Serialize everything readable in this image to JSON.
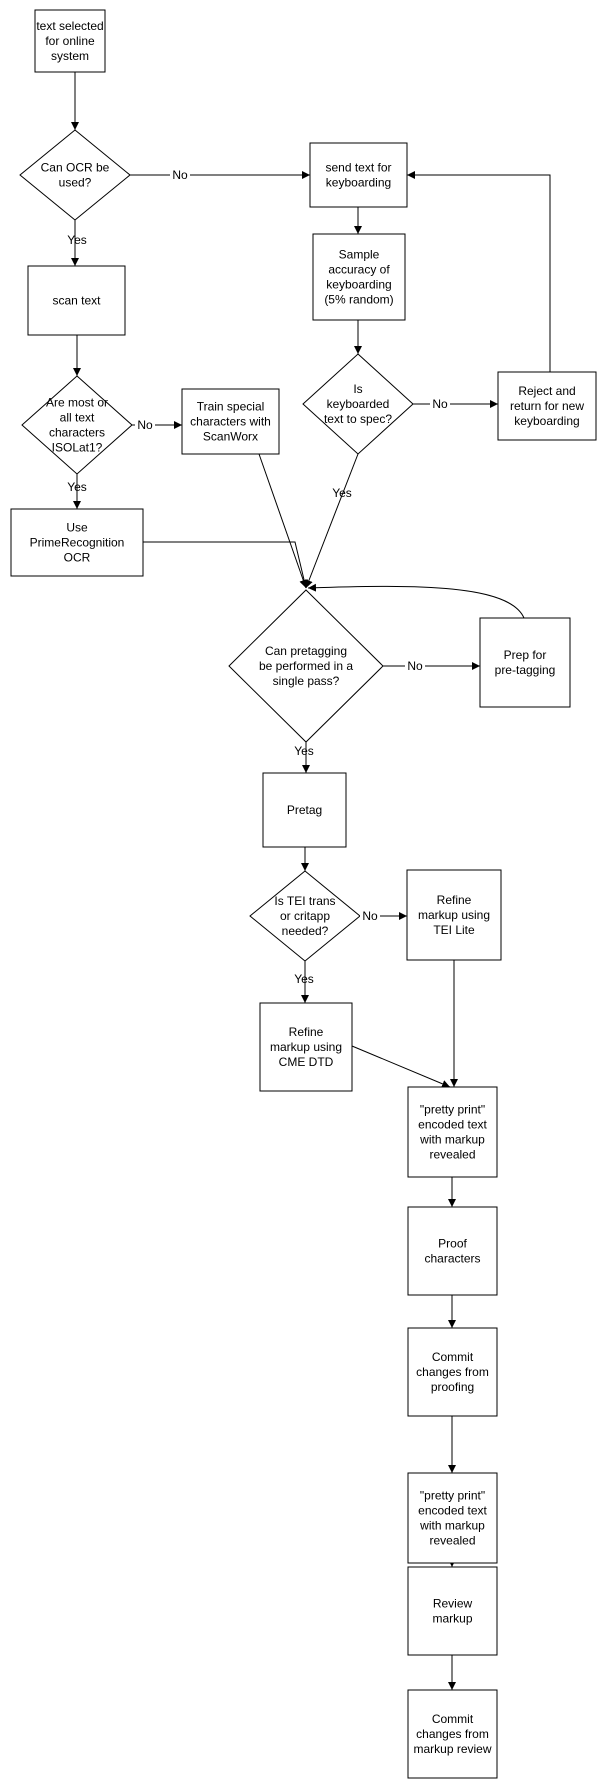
{
  "nodes": [
    {
      "id": "text-selected",
      "lines": [
        "text selected",
        "for online",
        "system"
      ]
    },
    {
      "id": "can-ocr",
      "lines": [
        "Can OCR be",
        "used?"
      ]
    },
    {
      "id": "send-keyboarding",
      "lines": [
        "send text for",
        "keyboarding"
      ]
    },
    {
      "id": "sample-accuracy",
      "lines": [
        "Sample",
        "accuracy of",
        "keyboarding",
        "(5% random)"
      ]
    },
    {
      "id": "scan-text",
      "lines": [
        "scan text"
      ]
    },
    {
      "id": "isolat1",
      "lines": [
        "Are most or",
        "all text",
        "characters",
        "ISOLat1?"
      ]
    },
    {
      "id": "train-special",
      "lines": [
        "Train special",
        "characters with",
        "ScanWorx"
      ]
    },
    {
      "id": "keyboarded-spec",
      "lines": [
        "Is",
        "keyboarded",
        "text to spec?"
      ]
    },
    {
      "id": "reject-return",
      "lines": [
        "Reject and",
        "return for new",
        "keyboarding"
      ]
    },
    {
      "id": "use-prime",
      "lines": [
        "Use",
        "PrimeRecognition",
        "OCR"
      ]
    },
    {
      "id": "pretag-single",
      "lines": [
        "Can pretagging",
        "be performed in a",
        "single pass?"
      ]
    },
    {
      "id": "prep-pretag",
      "lines": [
        "Prep for",
        "pre-tagging"
      ]
    },
    {
      "id": "pretag",
      "lines": [
        "Pretag"
      ]
    },
    {
      "id": "tei-trans",
      "lines": [
        "Is TEI trans",
        "or critapp",
        "needed?"
      ]
    },
    {
      "id": "refine-tei-lite",
      "lines": [
        "Refine",
        "markup using",
        "TEI Lite"
      ]
    },
    {
      "id": "refine-cme",
      "lines": [
        "Refine",
        "markup using",
        "CME DTD"
      ]
    },
    {
      "id": "pretty-print-1",
      "lines": [
        "\"pretty print\"",
        "encoded text",
        "with markup",
        "revealed"
      ]
    },
    {
      "id": "proof-characters",
      "lines": [
        "Proof",
        "characters"
      ]
    },
    {
      "id": "commit-proofing",
      "lines": [
        "Commit",
        "changes from",
        "proofing"
      ]
    },
    {
      "id": "pretty-print-2",
      "lines": [
        "\"pretty print\"",
        "encoded text",
        "with markup",
        "revealed"
      ]
    },
    {
      "id": "review-markup",
      "lines": [
        "Review",
        "markup"
      ]
    },
    {
      "id": "commit-review",
      "lines": [
        "Commit",
        "changes from",
        "markup review"
      ]
    }
  ],
  "edge_labels": [
    {
      "id": "ocr-no",
      "text": "No"
    },
    {
      "id": "ocr-yes",
      "text": "Yes"
    },
    {
      "id": "isolat1-no",
      "text": "No"
    },
    {
      "id": "isolat1-yes",
      "text": "Yes"
    },
    {
      "id": "spec-no",
      "text": "No"
    },
    {
      "id": "spec-yes",
      "text": "Yes"
    },
    {
      "id": "single-no",
      "text": "No"
    },
    {
      "id": "single-yes",
      "text": "Yes"
    },
    {
      "id": "tei-no",
      "text": "No"
    },
    {
      "id": "tei-yes",
      "text": "Yes"
    }
  ]
}
